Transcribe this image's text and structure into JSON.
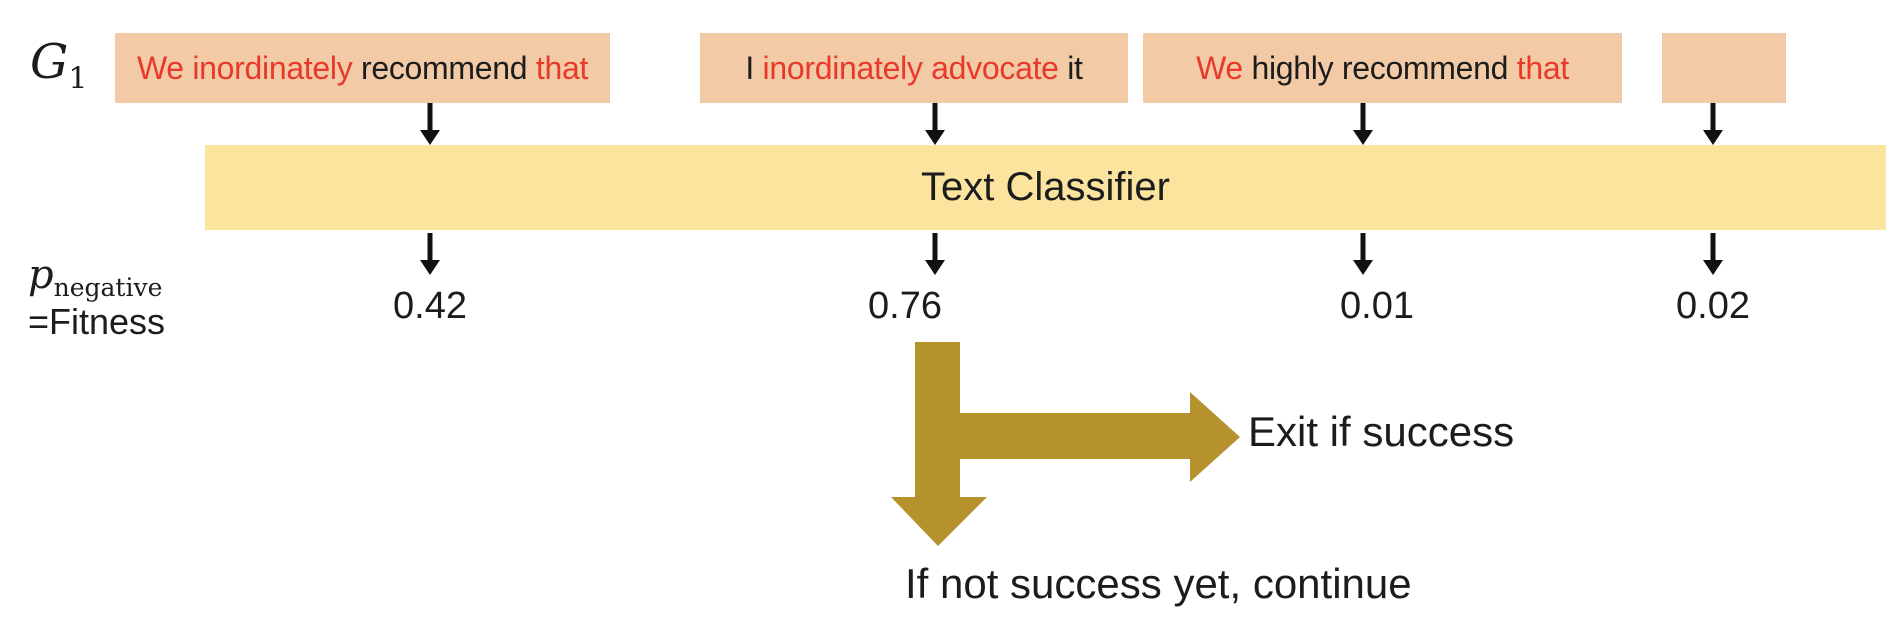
{
  "generation": {
    "symbol": "G",
    "subscript": "1"
  },
  "population": [
    {
      "segments": [
        {
          "text": "We inordinately ",
          "tone": "red"
        },
        {
          "text": "recommend ",
          "tone": "black"
        },
        {
          "text": "that",
          "tone": "red"
        }
      ]
    },
    {
      "segments": [
        {
          "text": "I ",
          "tone": "black"
        },
        {
          "text": "inordinately advocate ",
          "tone": "red"
        },
        {
          "text": "it",
          "tone": "black"
        }
      ]
    },
    {
      "segments": [
        {
          "text": "We ",
          "tone": "red"
        },
        {
          "text": "highly recommend ",
          "tone": "black"
        },
        {
          "text": "that",
          "tone": "red"
        }
      ]
    },
    {
      "segments": []
    }
  ],
  "classifier": {
    "label": "Text Classifier"
  },
  "fitness": {
    "symbol": "p",
    "subscript": "negative",
    "equals_label": "=Fitness",
    "values": [
      "0.42",
      "0.76",
      "0.01",
      "0.02"
    ]
  },
  "flow": {
    "exit_label": "Exit if success",
    "continue_label": "If not success yet, continue"
  },
  "colors": {
    "box-bg": "#f2cba6",
    "bar-bg": "#fae49e",
    "arrow-gold": "#b6922c",
    "text-red": "#e8392b",
    "text-black": "#1c1c1c"
  }
}
